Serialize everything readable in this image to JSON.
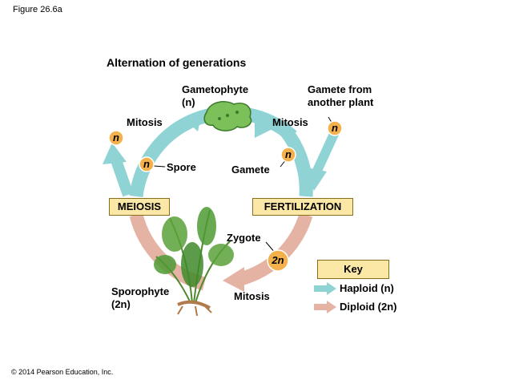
{
  "figure_label": "Figure 26.6a",
  "copyright": "© 2014 Pearson Education, Inc.",
  "title": "Alternation of generations",
  "labels": {
    "gametophyte": "Gametophyte",
    "gametophyte_ploidy": "(n)",
    "gamete_from": "Gamete from",
    "another_plant": "another plant",
    "mitosis_left": "Mitosis",
    "mitosis_right": "Mitosis",
    "mitosis_bottom": "Mitosis",
    "spore": "Spore",
    "gamete": "Gamete",
    "zygote": "Zygote",
    "sporophyte": "Sporophyte",
    "sporophyte_ploidy": "(2n)"
  },
  "stages": {
    "meiosis": "MEIOSIS",
    "fertilization": "FERTILIZATION"
  },
  "cells": {
    "n_top_left": "n",
    "n_spore": "n",
    "n_gamete": "n",
    "n_other": "n",
    "zygote": "2n"
  },
  "key": {
    "title": "Key",
    "haploid": "Haploid (n)",
    "diploid": "Diploid (2n)"
  },
  "colors": {
    "haploid": "#8fd3d4",
    "diploid": "#e5b3a4",
    "box_fill": "#fce8a6",
    "cell_fill": "#f4b04a"
  }
}
